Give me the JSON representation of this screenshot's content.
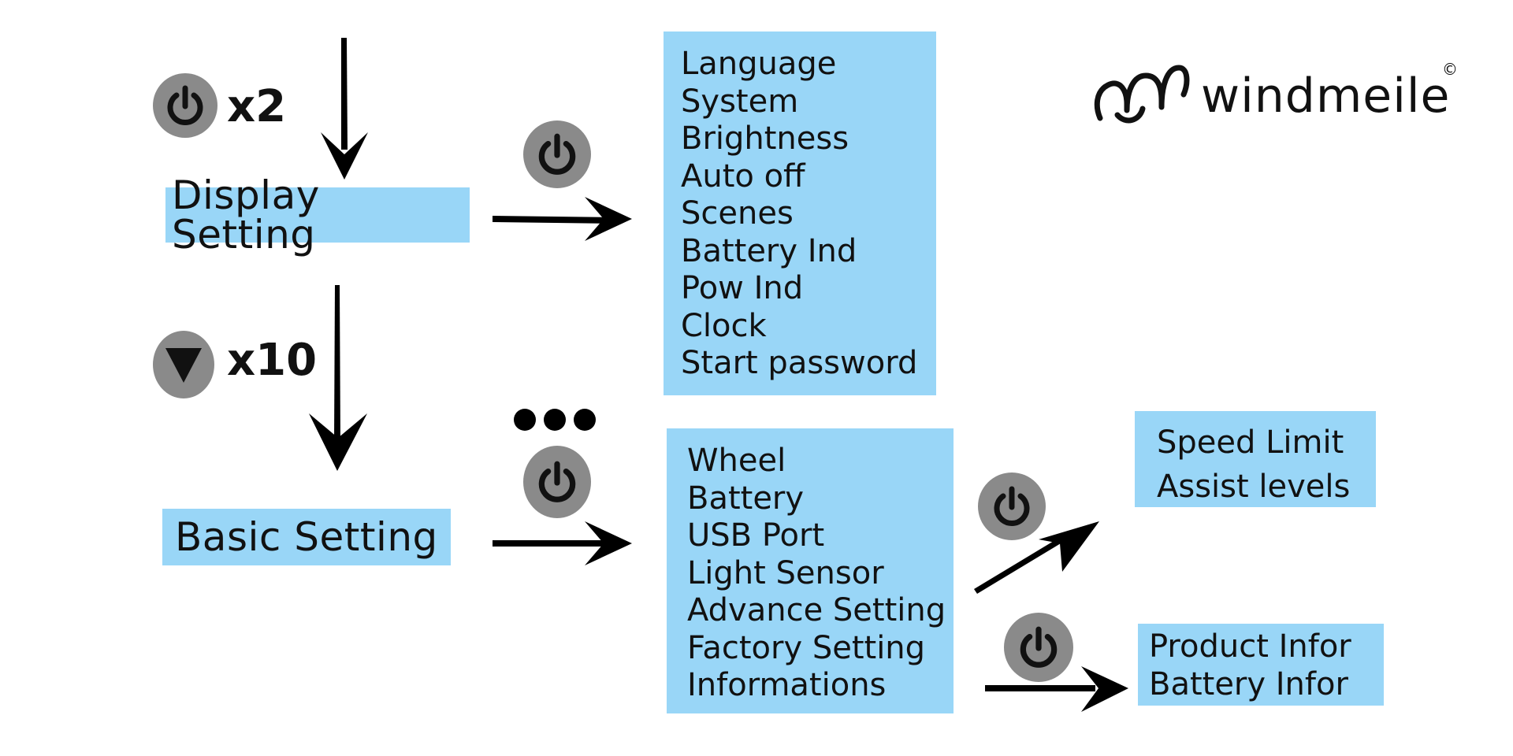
{
  "brand": {
    "name": "windmeile",
    "copyright": "©"
  },
  "steps": [
    {
      "button": "power-icon",
      "count": "x2"
    },
    {
      "button": "down-triangle-icon",
      "count": "x10"
    }
  ],
  "menus": {
    "display_setting": {
      "label": "Display Setting",
      "items": [
        "Language",
        "System",
        "Brightness",
        "Auto off",
        "Scenes",
        "Battery Ind",
        "Pow Ind",
        "Clock",
        "Start password"
      ]
    },
    "basic_setting": {
      "label": "Basic Setting",
      "items": [
        "Wheel",
        "Battery",
        "USB Port",
        "Light Sensor",
        "Advance Setting",
        "Factory Setting",
        "Informations"
      ]
    },
    "advance_setting": {
      "items": [
        "Speed Limit",
        "Assist levels"
      ]
    },
    "informations": {
      "items": [
        "Product Infor",
        "Battery Infor"
      ]
    }
  },
  "colors": {
    "box": "#99d6f7",
    "button": "#8a8a8a",
    "icon": "#111111",
    "arrow": "#000000"
  }
}
